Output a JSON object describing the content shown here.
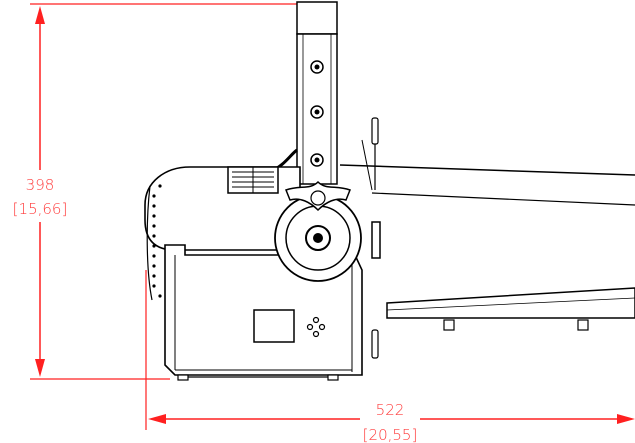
{
  "dimensions": {
    "height": {
      "mm": "398",
      "inch": "[15,66]"
    },
    "width": {
      "mm": "522",
      "inch": "[20,55]"
    }
  },
  "colors": {
    "dimension": "#ff2020",
    "outline": "#000000",
    "background": "#ffffff"
  }
}
